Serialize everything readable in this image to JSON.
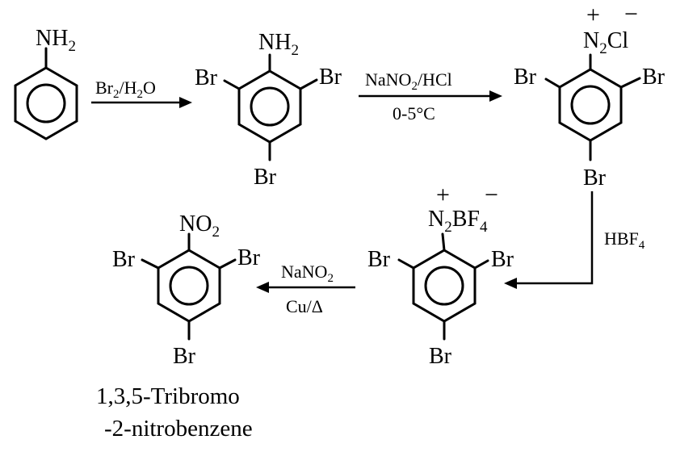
{
  "molecules": {
    "aniline": {
      "nh2": [
        "NH",
        "2"
      ]
    },
    "tribromoaniline": {
      "nh2": [
        "NH",
        "2"
      ],
      "br": "Br"
    },
    "diazonium_chloride": {
      "n2": [
        "N",
        "2"
      ],
      "cl": "Cl",
      "plus": "+",
      "minus": "−",
      "br": "Br"
    },
    "diazonium_fluoroborate": {
      "n2": [
        "N",
        "2"
      ],
      "bf4": [
        "BF",
        "4"
      ],
      "plus": "+",
      "minus": "−",
      "br": "Br"
    },
    "product": {
      "no2": [
        "NO",
        "2"
      ],
      "br": "Br",
      "name_line1": "1,3,5-Tribromo",
      "name_line2": "-2-nitrobenzene"
    }
  },
  "arrows": {
    "step1": {
      "above": [
        "Br",
        "2",
        "/H",
        "2",
        "O"
      ]
    },
    "step2": {
      "above": [
        "NaNO",
        "2",
        "/HCl"
      ],
      "below": "0-5°C"
    },
    "step3": {
      "side": [
        "HBF",
        "4"
      ]
    },
    "step4": {
      "above": [
        "NaNO",
        "2"
      ],
      "below": "Cu/Δ"
    }
  }
}
